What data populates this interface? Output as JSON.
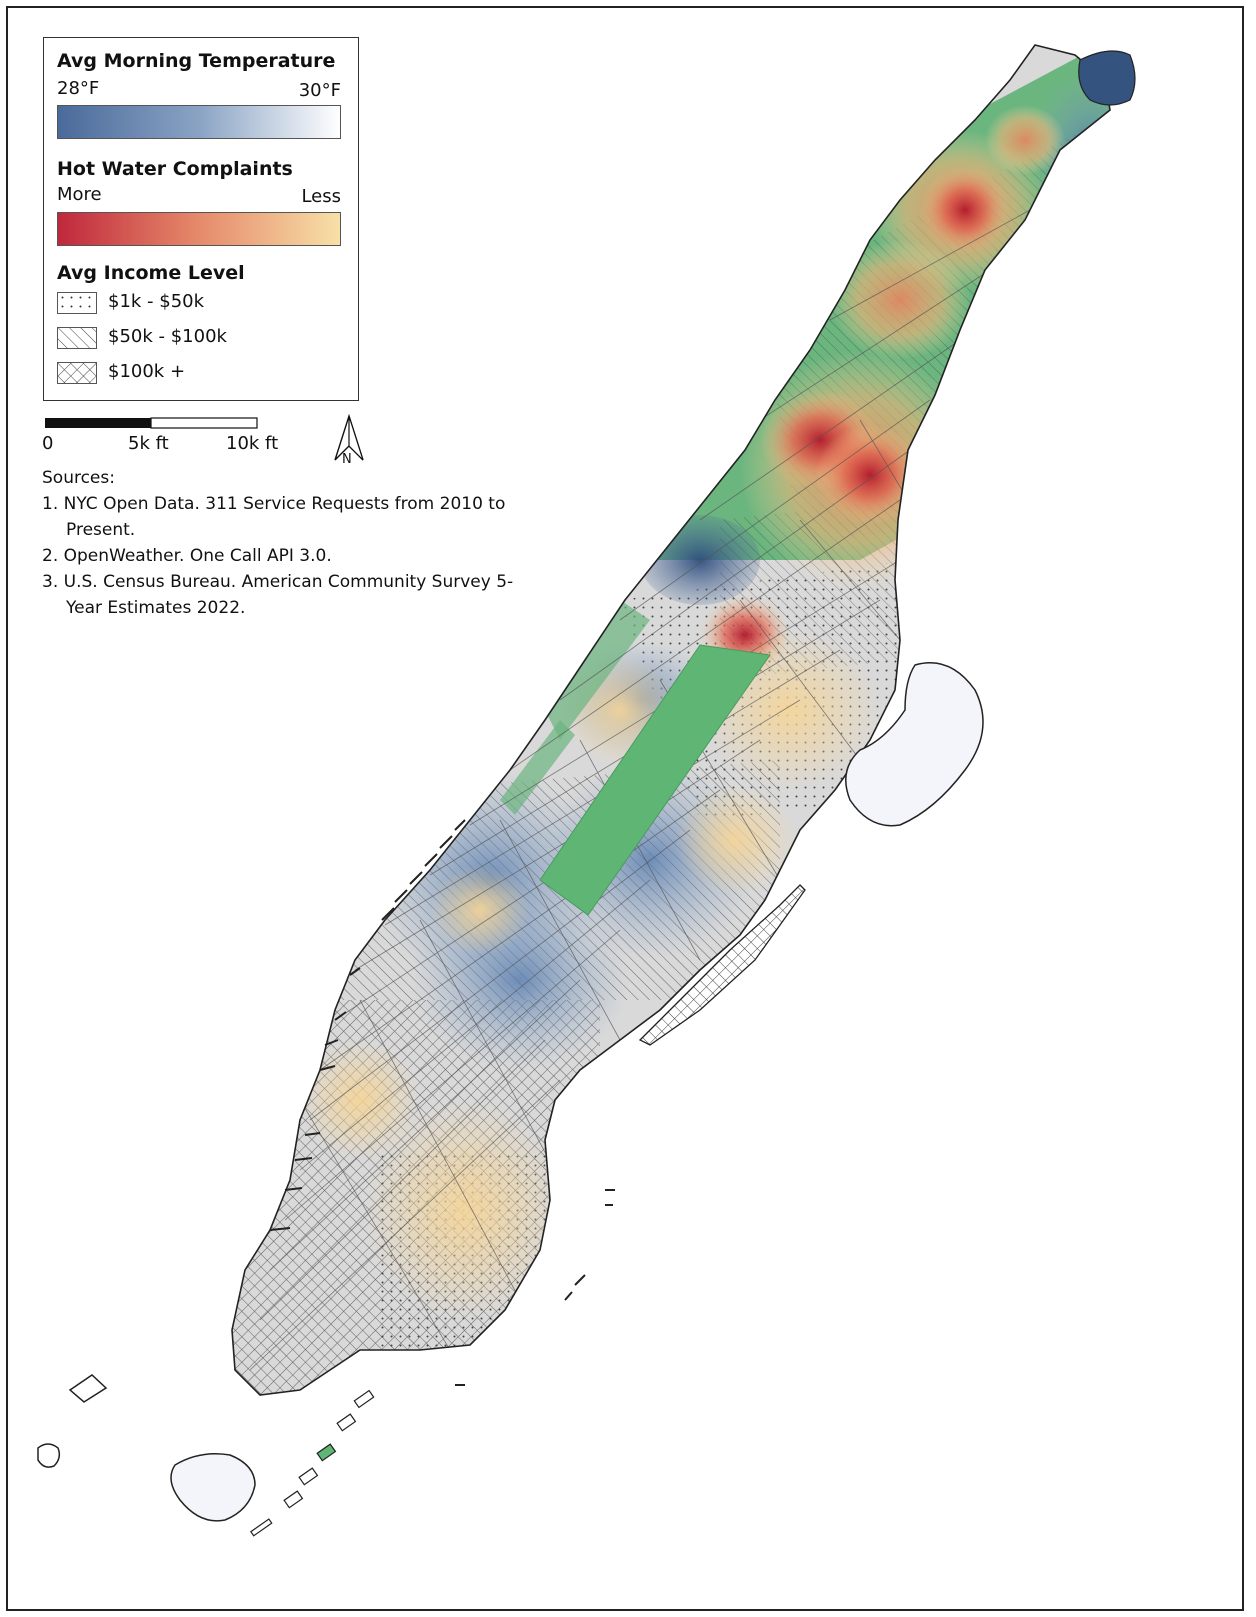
{
  "legend": {
    "temperature": {
      "title": "Avg Morning Temperature",
      "min_label": "28°F",
      "max_label": "30°F",
      "color_low": "#4a6a9a",
      "color_high": "#ffffff"
    },
    "complaints": {
      "title": "Hot Water Complaints",
      "min_label": "More",
      "max_label": "Less",
      "color_more": "#c0283c",
      "color_mid": "#e68a6a",
      "color_less": "#f7e0a8"
    },
    "income": {
      "title": "Avg Income Level",
      "classes": [
        {
          "label": "$1k - $50k",
          "pattern": "dots"
        },
        {
          "label": "$50k - $100k",
          "pattern": "hatch"
        },
        {
          "label": "$100k +",
          "pattern": "crosshatch"
        }
      ]
    }
  },
  "scale_bar": {
    "labels": [
      "0",
      "5k ft",
      "10k ft"
    ]
  },
  "north_arrow": {
    "label": "N",
    "icon": "north-arrow-icon"
  },
  "sources": {
    "heading": "Sources:",
    "items": [
      "1. NYC Open Data. 311 Service Requests from 2010 to Present.",
      "2. OpenWeather. One Call API 3.0.",
      "3. U.S. Census Bureau. American Community Survey 5-Year Estimates 2022."
    ]
  },
  "colors": {
    "park_green": "#5fb574",
    "island_fill": "#f4f5fb",
    "outline": "#222222"
  }
}
